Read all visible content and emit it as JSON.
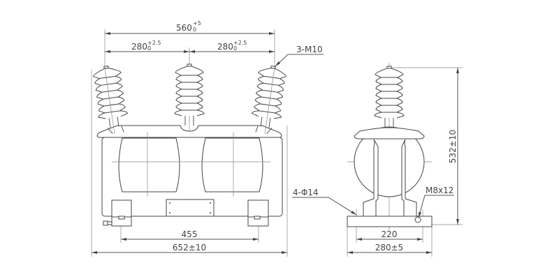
{
  "front_view": {
    "overall_span": {
      "value": "560",
      "upper_tol": "+5",
      "lower_tol": "0"
    },
    "left_pitch": {
      "value": "280",
      "upper_tol": "+2.5",
      "lower_tol": "0"
    },
    "right_pitch": {
      "value": "280",
      "upper_tol": "+2.5",
      "lower_tol": "0"
    },
    "terminal_callout": "3-M10",
    "mounting_distance": "455",
    "overall_width": "652±10"
  },
  "side_view": {
    "height": "532±10",
    "hole_callout": "4-Φ14",
    "ground_bolt_callout": "M8x12",
    "mounting_distance": "220",
    "overall_depth": "280±5"
  }
}
